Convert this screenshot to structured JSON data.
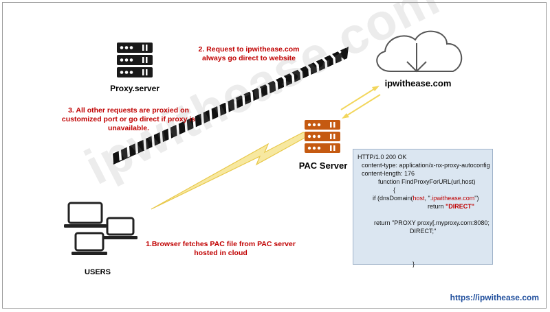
{
  "labels": {
    "proxy_server": "Proxy.server",
    "website": "ipwithease.com",
    "pac_server": "PAC Server",
    "users": "USERS"
  },
  "steps": {
    "step1": "1.Browser fetches PAC file from PAC server\nhosted in cloud",
    "step2": "2. Request to ipwithease.com\nalways go direct to website",
    "step3": "3. All other requests are proxied on\ncustomized port or go direct if proxy is\nunavailable."
  },
  "watermark": "ipwithease.com",
  "code": {
    "l1": "HTTP/1.0 200 OK",
    "l2": "content-type: application/x-nx-proxy-autoconfig",
    "l3": "content-length: 176",
    "l4": "function FindProxyForURL(url,host)",
    "l5": "{",
    "l6a": "if (dnsDomain(",
    "l6b": "host",
    "l6c": ", \".",
    "l6d": "ipwithease.com",
    "l6e": "\")",
    "l7a": "return ",
    "l7b": "\"DIRECT\"",
    "l8": "return \"PROXY proxy[.myproxy.com:8080;",
    "l9": "DIRECT;\"",
    "l10": "}"
  },
  "footer": "https://ipwithease.com",
  "colors": {
    "step_text": "#c00000",
    "pac_server": "#c55a11",
    "arrow_yellow": "#f2d65c",
    "code_bg": "#dbe6f1",
    "footer_link": "#1f4e9c"
  },
  "icons": [
    "proxy-server-icon",
    "cloud-download-icon",
    "pac-server-icon",
    "laptop-icon",
    "lightning-arrow-icon",
    "chevron-arrow-icon",
    "double-arrow-icon"
  ]
}
